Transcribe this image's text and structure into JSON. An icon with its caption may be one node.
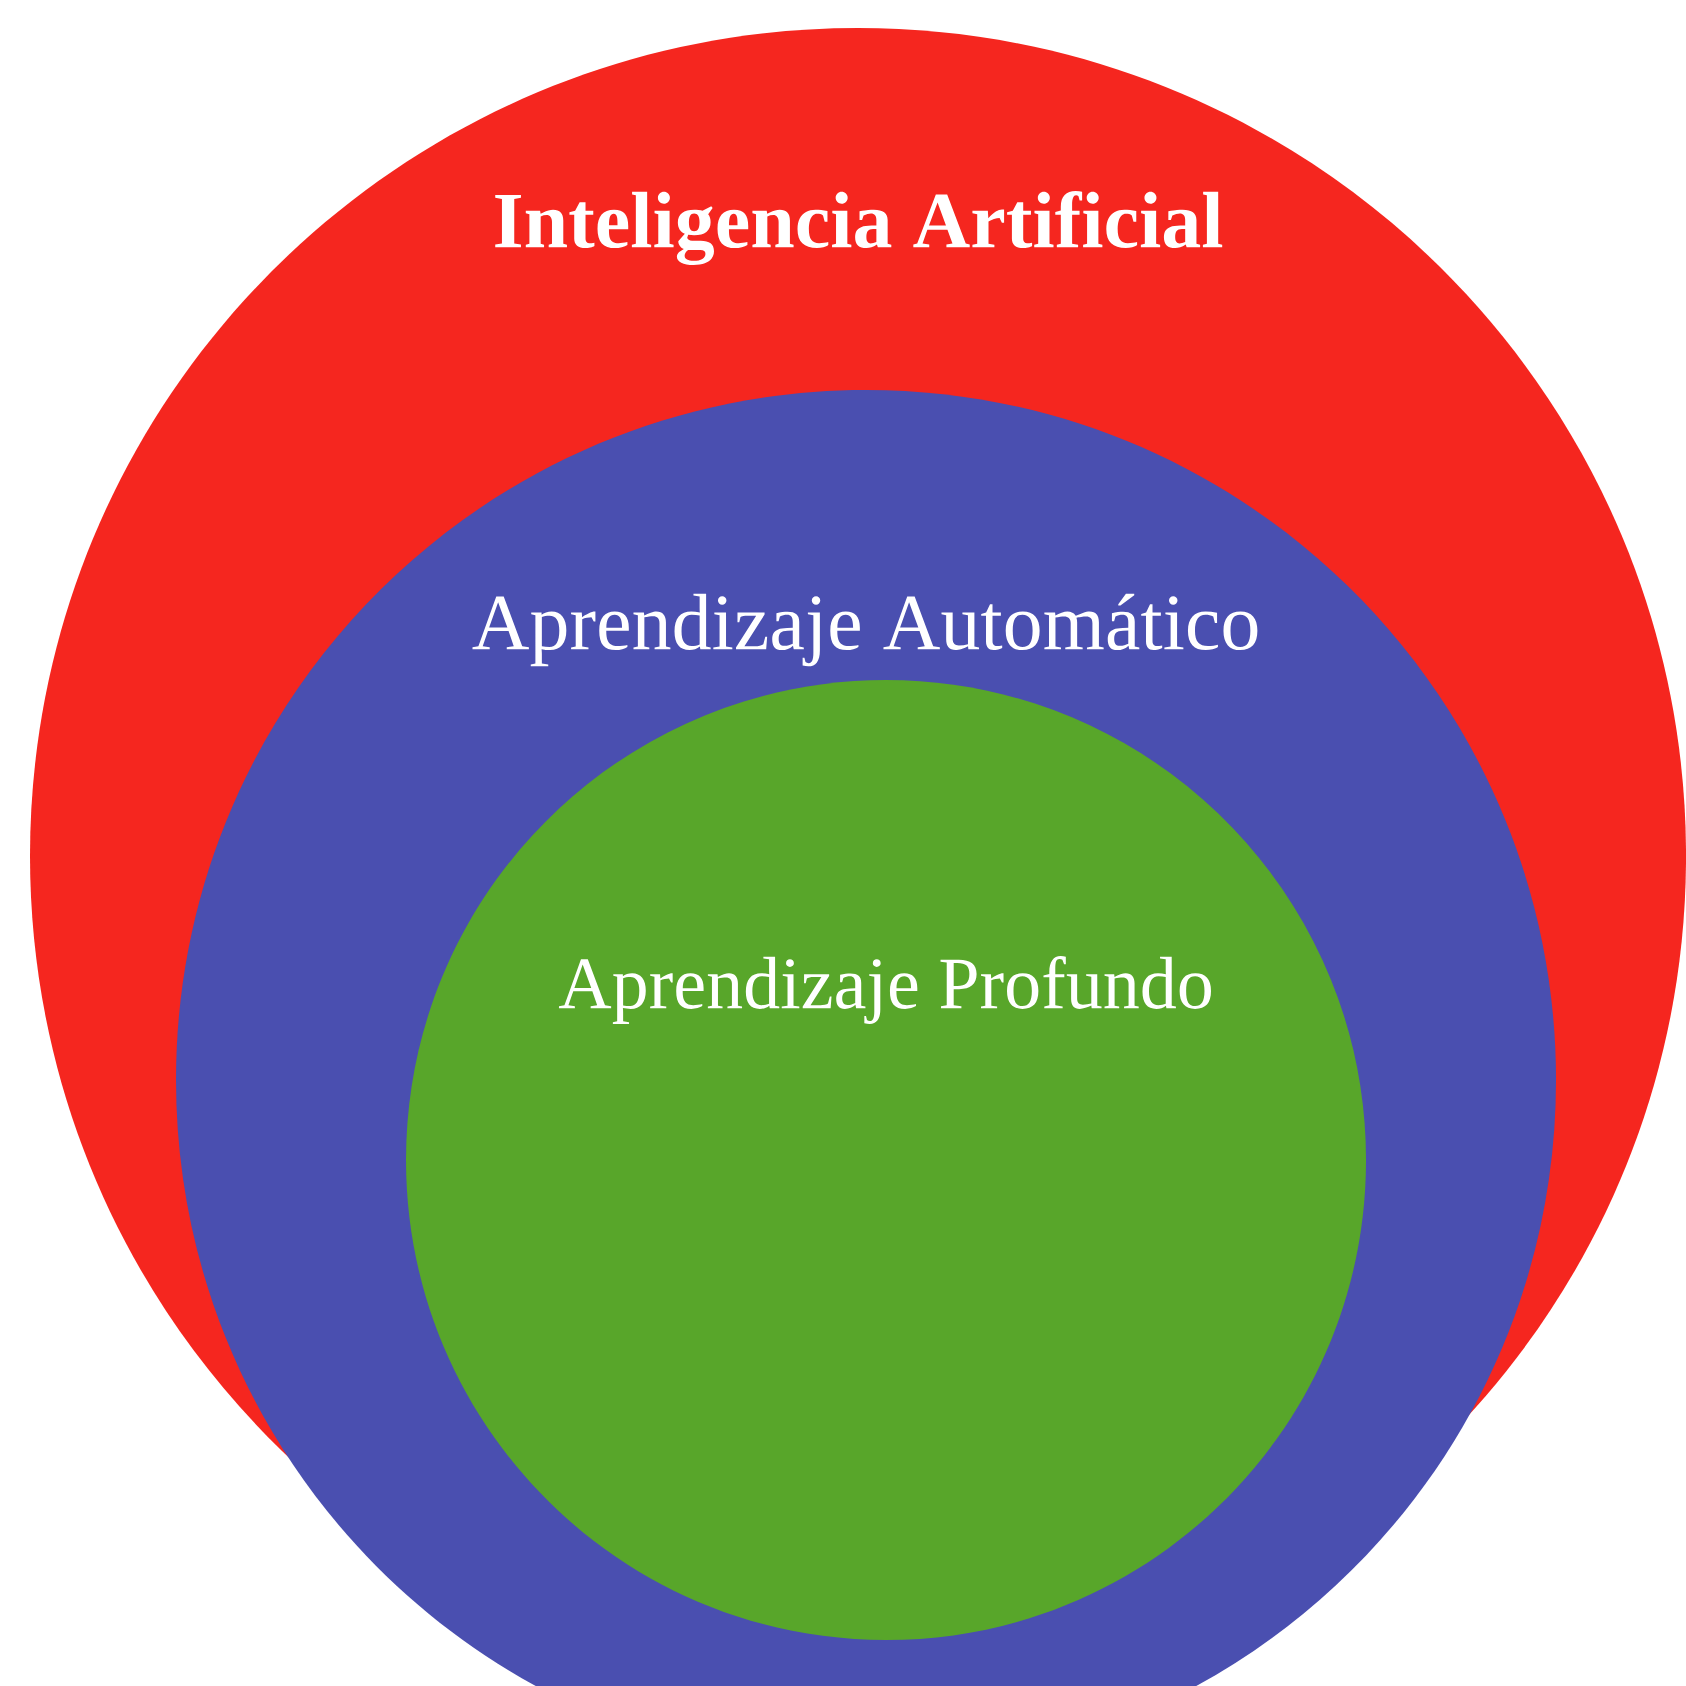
{
  "diagram": {
    "nodes": [
      {
        "text": [
          "Inteligencia Artificial"
        ]
      },
      {
        "text": [
          "Aprendizaje Automático"
        ],
        "in": 0
      },
      {
        "text": [
          "Aprendizaje Profundo"
        ],
        "in": 1
      }
    ]
  }
}
